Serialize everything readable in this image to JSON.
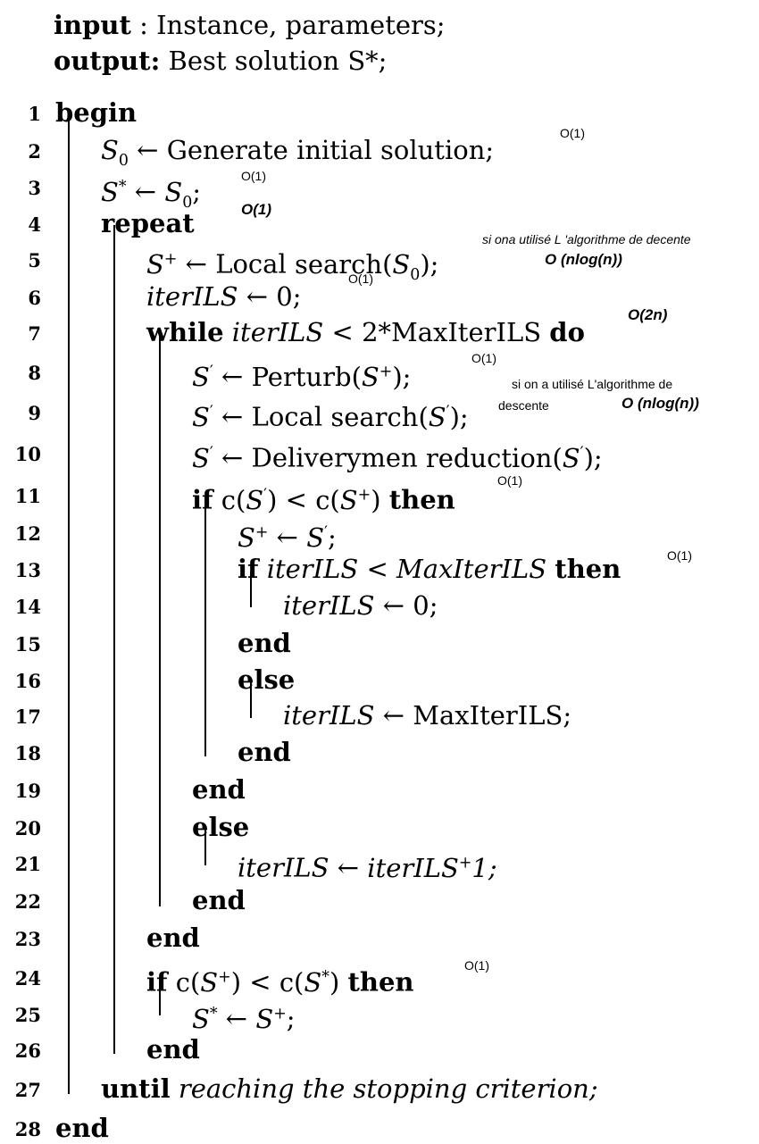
{
  "header": {
    "input_kw": "input",
    "input_text": " : Instance, parameters;",
    "output_kw": "output:",
    "output_text": " Best solution S*;"
  },
  "lines": [
    {
      "n": "1",
      "kw": "begin"
    },
    {
      "n": "2",
      "text": "S0 ← Generate initial solution;"
    },
    {
      "n": "3",
      "text": "S* ← S0;"
    },
    {
      "n": "4",
      "kw": "repeat"
    },
    {
      "n": "5",
      "text": "S+ ← Local search(S0);"
    },
    {
      "n": "6",
      "text": "iterILS ← 0;"
    },
    {
      "n": "7",
      "text": "while iterILS < 2*MaxIterILS do"
    },
    {
      "n": "8",
      "text": "S′ ← Perturb(S+);"
    },
    {
      "n": "9",
      "text": "S′ ← Local search(S′);"
    },
    {
      "n": "10",
      "text": "S′ ← Deliverymen reduction(S′);"
    },
    {
      "n": "11",
      "text": "if c(S′) < c(S+) then"
    },
    {
      "n": "12",
      "text": "S+ ← S′;"
    },
    {
      "n": "13",
      "text": "if iterILS < MaxIterILS then"
    },
    {
      "n": "14",
      "text": "iterILS ← 0;"
    },
    {
      "n": "15",
      "kw": "end"
    },
    {
      "n": "16",
      "kw": "else"
    },
    {
      "n": "17",
      "text": "iterILS ← MaxIterILS;"
    },
    {
      "n": "18",
      "kw": "end"
    },
    {
      "n": "19",
      "kw": "end"
    },
    {
      "n": "20",
      "kw": "else"
    },
    {
      "n": "21",
      "text": "iterILS ← iterILS+1;"
    },
    {
      "n": "22",
      "kw": "end"
    },
    {
      "n": "23",
      "kw": "end"
    },
    {
      "n": "24",
      "text": "if c(S+) < c(S*) then"
    },
    {
      "n": "25",
      "text": "S* ← S+;"
    },
    {
      "n": "26",
      "kw": "end"
    },
    {
      "n": "27",
      "text": "until reaching the stopping criterion;"
    },
    {
      "n": "28",
      "kw": "end"
    }
  ],
  "annotations": {
    "a2": "O(1)",
    "a3": "O(1)",
    "a4": "O(1)",
    "a5_note": "si ona utilisé L 'algorithme de decente",
    "a5": "O (nlog(n))",
    "a6": "O(1)",
    "a7": "O(2n)",
    "a8": "O(1)",
    "a9_note1": "si on a utilisé L'algorithme de",
    "a9_note2": "descente",
    "a9": "O (nlog(n))",
    "a11": "O(1)",
    "a13": "O(1)",
    "a24": "O(1)"
  }
}
